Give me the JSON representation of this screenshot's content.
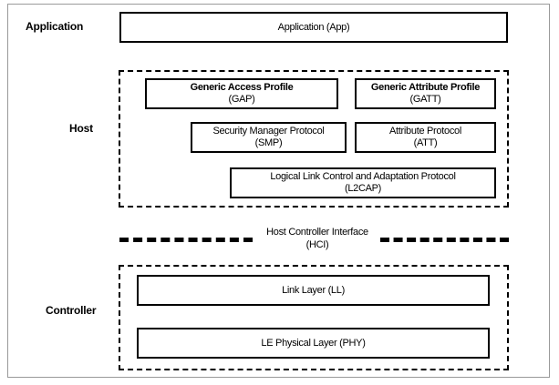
{
  "layers": {
    "application": "Application",
    "host": "Host",
    "controller": "Controller"
  },
  "boxes": {
    "app": "Application (App)",
    "gap_title": "Generic Access Profile",
    "gap_abbr": "(GAP)",
    "gatt_title": "Generic Attribute Profile",
    "gatt_abbr": "(GATT)",
    "smp_title": "Security Manager Protocol",
    "smp_abbr": "(SMP)",
    "att_title": "Attribute Protocol",
    "att_abbr": "(ATT)",
    "l2cap_title": "Logical Link Control and Adaptation Protocol",
    "l2cap_abbr": "(L2CAP)",
    "ll": "Link Layer (LL)",
    "phy": "LE Physical Layer (PHY)"
  },
  "hci": {
    "title": "Host Controller Interface",
    "abbr": "(HCI)"
  }
}
